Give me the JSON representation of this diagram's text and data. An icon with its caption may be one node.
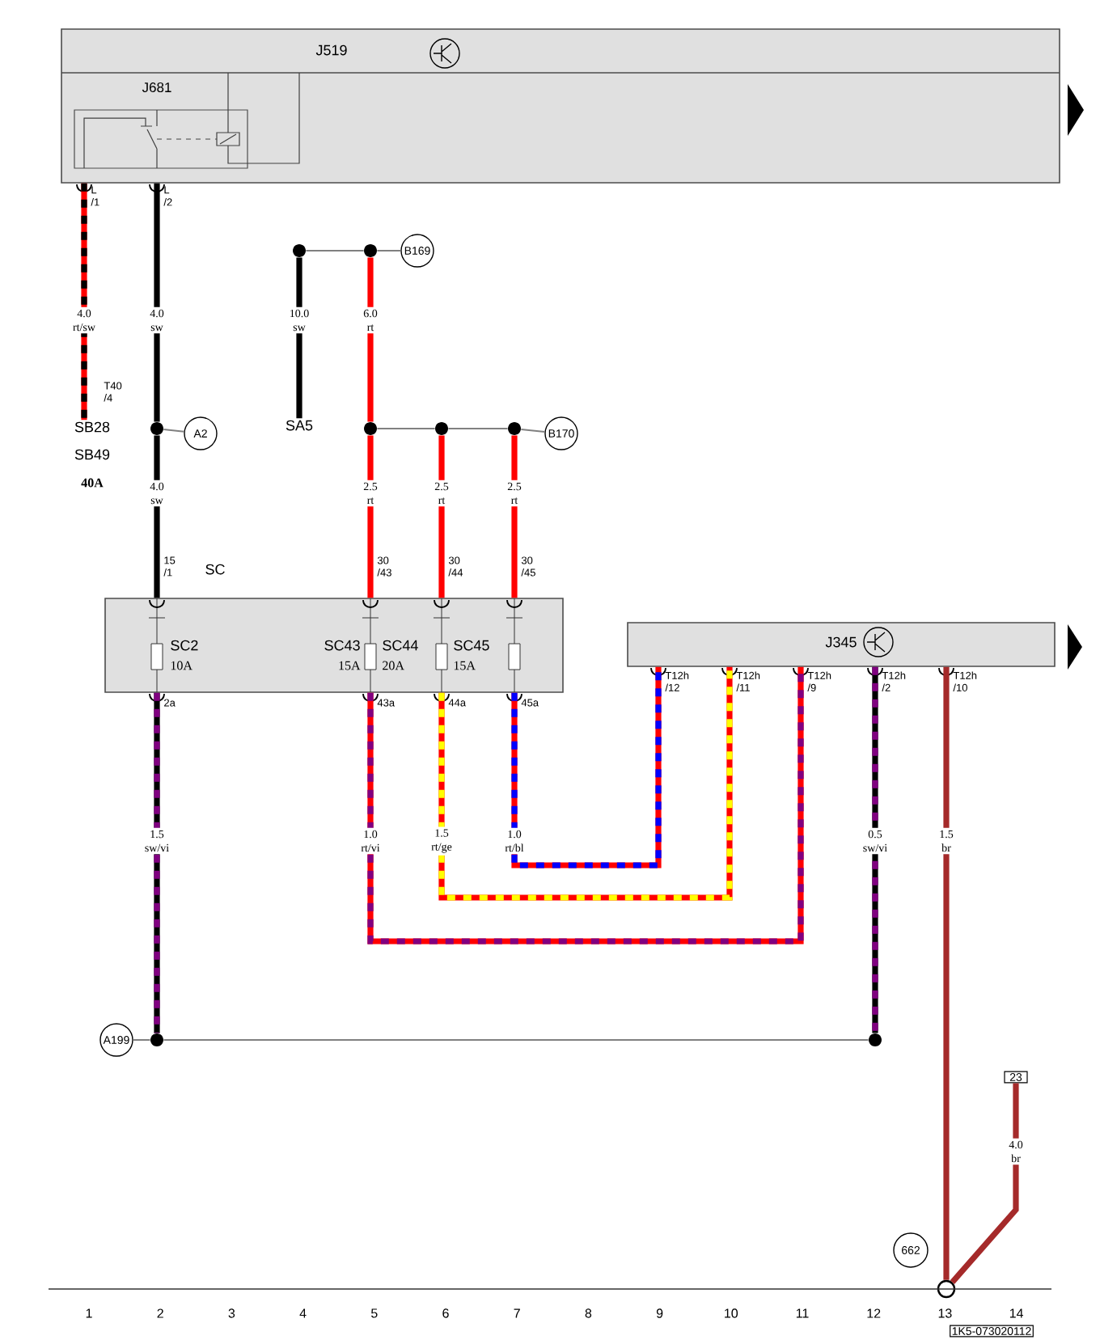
{
  "diagram": {
    "nodes": [
      {
        "text": [
          "J519"
        ]
      },
      {
        "text": [
          "J681"
        ],
        "in": 0
      },
      {
        "text": [
          "SB28",
          "SB49",
          "40A"
        ],
        "beside": [
          "T40 /4"
        ]
      },
      {
        "text": [],
        "shape": "circle"
      },
      {
        "text": [],
        "shape": "circle"
      },
      {
        "text": [
          "B169"
        ]
      },
      {
        "text": [
          "SA5"
        ]
      },
      {
        "text": [],
        "shape": "circle"
      },
      {
        "text": [
          "A2"
        ]
      },
      {
        "text": [],
        "shape": "circle"
      },
      {
        "text": [],
        "shape": "circle"
      },
      {
        "text": [],
        "shape": "circle"
      },
      {
        "text": [
          "B170"
        ]
      },
      {
        "text": [
          "SC"
        ]
      },
      {
        "text": [
          "SC2",
          "10A"
        ],
        "in": 13
      },
      {
        "text": [
          "SC43",
          "15A"
        ],
        "in": 13
      },
      {
        "text": [
          "SC44",
          "20A"
        ],
        "in": 13
      },
      {
        "text": [
          "SC45",
          "15A"
        ],
        "in": 13
      },
      {
        "text": [
          "J345"
        ]
      },
      {
        "text": [],
        "shape": "circle"
      },
      {
        "text": [
          "A199"
        ]
      },
      {
        "text": [],
        "shape": "circle"
      },
      {
        "text": [],
        "shape": "circle",
        "beside": [
          "662"
        ]
      },
      {
        "text": [
          "23"
        ]
      }
    ],
    "edges": [
      {
        "from": 0,
        "to": 2,
        "arrow": "none",
        "label": "4.0 rt/sw",
        "color": "#ff0000"
      },
      {
        "from": 0,
        "to": 7,
        "arrow": "none",
        "label": "4.0 sw",
        "color": "#000000"
      },
      {
        "from": 7,
        "to": 13,
        "arrow": "none",
        "label": "4.0 sw",
        "color": "#000000"
      },
      {
        "from": 7,
        "to": 8,
        "arrow": "none",
        "color": "#808080"
      },
      {
        "from": 3,
        "to": 4,
        "arrow": "none",
        "color": "#808080"
      },
      {
        "from": 4,
        "to": 5,
        "arrow": "none",
        "color": "#808080"
      },
      {
        "from": 3,
        "to": 6,
        "arrow": "none",
        "label": "10.0 sw",
        "color": "#000000"
      },
      {
        "from": 4,
        "to": 9,
        "arrow": "none",
        "label": "6.0 rt",
        "color": "#ff0000"
      },
      {
        "from": 9,
        "to": 10,
        "arrow": "none",
        "color": "#808080"
      },
      {
        "from": 10,
        "to": 11,
        "arrow": "none",
        "color": "#808080"
      },
      {
        "from": 11,
        "to": 12,
        "arrow": "none",
        "color": "#808080"
      },
      {
        "from": 9,
        "to": 13,
        "arrow": "none",
        "label": "2.5 rt",
        "color": "#ff0000"
      },
      {
        "from": 10,
        "to": 13,
        "arrow": "none",
        "label": "2.5 rt",
        "color": "#ff0000"
      },
      {
        "from": 11,
        "to": 13,
        "arrow": "none",
        "label": "2.5 rt",
        "color": "#ff0000"
      },
      {
        "from": 13,
        "to": 19,
        "arrow": "none",
        "label": "1.5 sw/vi",
        "color": "#000000"
      },
      {
        "from": 13,
        "to": 18,
        "arrow": "none",
        "label": "1.0 rt/vi",
        "color": "#ff0000"
      },
      {
        "from": 13,
        "to": 18,
        "arrow": "none",
        "label": "1.5 rt/ge",
        "color": "#ff0000"
      },
      {
        "from": 13,
        "to": 18,
        "arrow": "none",
        "label": "1.0 rt/bl",
        "color": "#ff0000"
      },
      {
        "from": 18,
        "to": 21,
        "arrow": "none",
        "label": "0.5 sw/vi",
        "color": "#000000"
      },
      {
        "from": 19,
        "to": 21,
        "arrow": "none",
        "color": "#808080"
      },
      {
        "from": 19,
        "to": 20,
        "arrow": "none",
        "color": "#808080"
      },
      {
        "from": 18,
        "to": 22,
        "arrow": "none",
        "label": "1.5 br",
        "color": "#a52a2a"
      },
      {
        "from": 23,
        "to": 22,
        "arrow": "none",
        "label": "4.0 br",
        "color": "#a52a2a"
      }
    ],
    "labels": [
      "L /1",
      "L /2",
      "15 /1",
      "30 /43",
      "30 /44",
      "30 /45",
      "2a",
      "43a",
      "44a",
      "45a",
      "T12h /12",
      "T12h /11",
      "T12h /9",
      "T12h /2",
      "T12h /10",
      "1",
      "2",
      "3",
      "4",
      "5",
      "6",
      "7",
      "8",
      "9",
      "10",
      "11",
      "12",
      "13",
      "14",
      "1K5-073020112"
    ]
  }
}
